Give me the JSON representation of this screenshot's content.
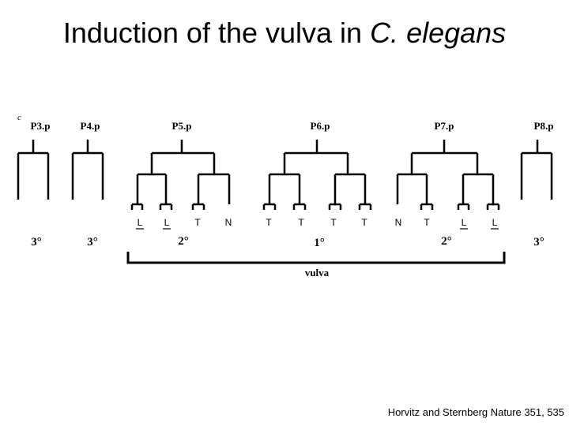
{
  "slide": {
    "title_main": "Induction of the vulva in ",
    "title_species": "C. elegans",
    "citation": "Horvitz and Sternberg Nature 351, 535",
    "corner_mark": "c"
  },
  "cells": [
    {
      "name": "P3.p",
      "fate_class": "3°",
      "lineage": "tertiary"
    },
    {
      "name": "P4.p",
      "fate_class": "3°",
      "lineage": "tertiary"
    },
    {
      "name": "P5.p",
      "fate_class": "2°",
      "lineage": "secondary",
      "progeny": [
        {
          "fate": "L",
          "underlined": true
        },
        {
          "fate": "L",
          "underlined": true
        },
        {
          "fate": "T",
          "underlined": false
        },
        {
          "fate": "N",
          "underlined": false
        }
      ]
    },
    {
      "name": "P6.p",
      "fate_class": "1°",
      "lineage": "primary",
      "progeny": [
        {
          "fate": "T",
          "underlined": false
        },
        {
          "fate": "T",
          "underlined": false
        },
        {
          "fate": "T",
          "underlined": false
        },
        {
          "fate": "T",
          "underlined": false
        }
      ]
    },
    {
      "name": "P7.p",
      "fate_class": "2°",
      "lineage": "secondary",
      "progeny": [
        {
          "fate": "N",
          "underlined": false
        },
        {
          "fate": "T",
          "underlined": false
        },
        {
          "fate": "L",
          "underlined": true
        },
        {
          "fate": "L",
          "underlined": true
        }
      ]
    },
    {
      "name": "P8.p",
      "fate_class": "3°",
      "lineage": "tertiary"
    }
  ],
  "vulva_label": "vulva"
}
